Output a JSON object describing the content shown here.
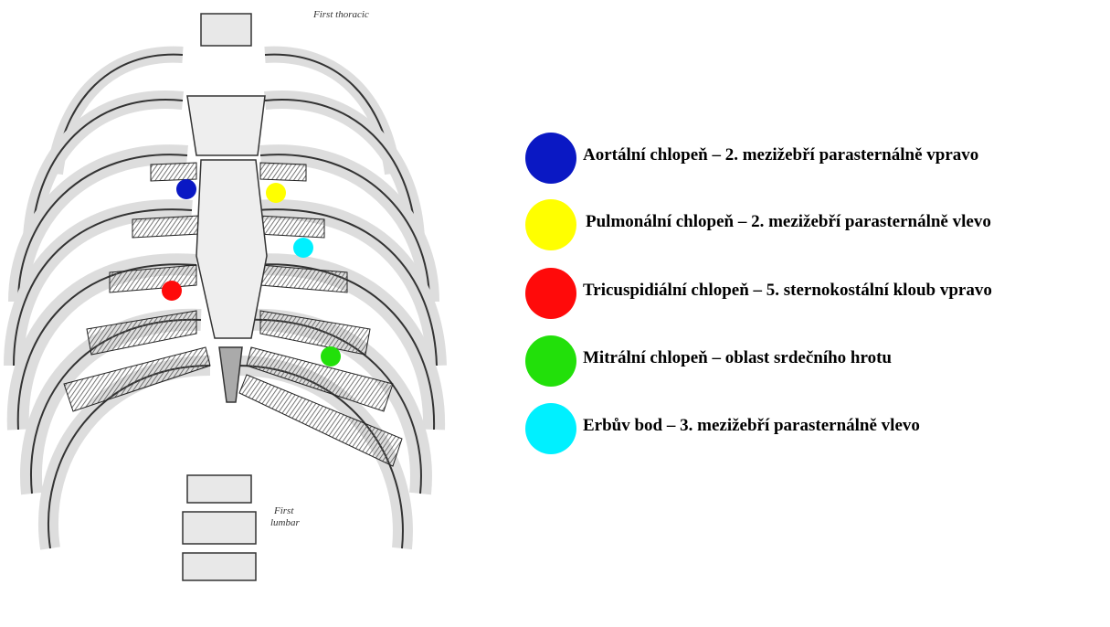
{
  "annotations": {
    "first_thoracic": "First thoracic",
    "first_lumbar_line1": "First",
    "first_lumbar_line2": "lumbar"
  },
  "markers": [
    {
      "name": "aortic",
      "color": "#0a18c4"
    },
    {
      "name": "pulmonary",
      "color": "#ffff00"
    },
    {
      "name": "erb",
      "color": "#00f0ff"
    },
    {
      "name": "tricuspid",
      "color": "#ff0a0a"
    },
    {
      "name": "mitral",
      "color": "#22e00a"
    }
  ],
  "legend": [
    {
      "color": "#0a18c4",
      "label": "Aortální chlopeň – 2. mezižebří parasternálně vpravo"
    },
    {
      "color": "#ffff00",
      "label": "Pulmonální chlopeň – 2. mezižebří parasternálně vlevo"
    },
    {
      "color": "#ff0a0a",
      "label": "Tricuspidiální chlopeň – 5. sternokostální kloub vpravo"
    },
    {
      "color": "#22e00a",
      "label": "Mitrální chlopeň – oblast srdečního hrotu"
    },
    {
      "color": "#00f0ff",
      "label": "Erbův bod – 3. mezižebří parasternálně vlevo"
    }
  ]
}
